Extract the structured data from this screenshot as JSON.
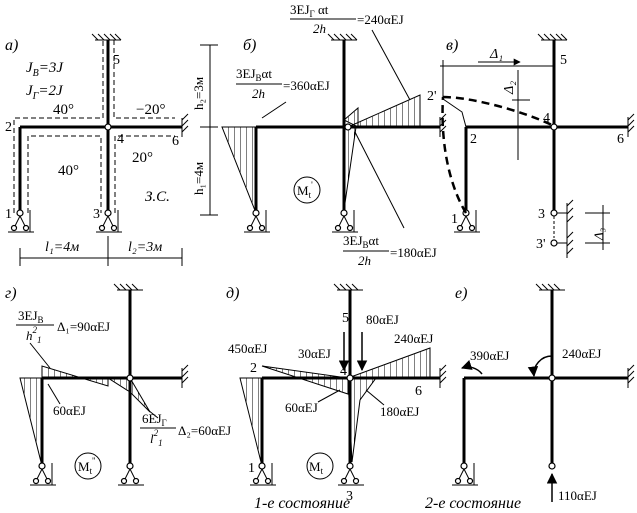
{
  "panels": {
    "a": {
      "letter": "а)",
      "jb": "J",
      "jb_sub": "B",
      "jb_val": "=3J",
      "jg": "J",
      "jg_sub": "Г",
      "jg_val": "=2J",
      "temp_left_top": "40°",
      "temp_right_top": "−20°",
      "temp_left_in": "40°",
      "temp_right_in": "20°",
      "nodes": [
        "1",
        "2",
        "3",
        "4",
        "5",
        "6"
      ],
      "h2": "h₂=3м",
      "h1": "h₁=4м",
      "l1": "l₁=4м",
      "l2": "l₂=3м",
      "zs": "З.С."
    },
    "b": {
      "letter": "б)",
      "top_formula_num": "3EJ",
      "top_formula_sub": "Г",
      "top_formula_tail": " αt",
      "top_formula_den": "2h",
      "top_formula_val": "=240αEJ",
      "left_formula_num": "3EJ",
      "left_formula_sub": "В",
      "left_formula_tail": "αt",
      "left_formula_den": "2h",
      "left_formula_val": "=360αEJ",
      "bottom_formula_num": "3EJ",
      "bottom_formula_sub": "В",
      "bottom_formula_tail": "αt",
      "bottom_formula_den": "2h",
      "bottom_formula_val": "=180αEJ",
      "moment_label": "M",
      "moment_sub": "t",
      "moment_sup": "'"
    },
    "v": {
      "letter": "в)",
      "delta1": "Δ₁",
      "delta2": "Δ₂",
      "delta3": "Δ₃",
      "nodes": [
        "1",
        "2",
        "2'",
        "3",
        "3'",
        "4",
        "5",
        "6"
      ]
    },
    "g": {
      "letter": "г)",
      "top_formula_num": "3EJ",
      "top_formula_sub": "B",
      "top_formula_den": "h",
      "top_formula_tail": "Δ₁=90αEJ",
      "left_val": "60αEJ",
      "right_formula_num": "6EJ",
      "right_formula_sub": "Г",
      "right_formula_den": "l",
      "right_formula_tail": "Δ₂=60αEJ",
      "moment_label": "M",
      "moment_sub": "t",
      "moment_sup": "''"
    },
    "d": {
      "letter": "д)",
      "val_450": "450αEJ",
      "val_30": "30αEJ",
      "val_80": "80αEJ",
      "val_240": "240αEJ",
      "val_60": "60αEJ",
      "val_180": "180αEJ",
      "nodes": [
        "1",
        "2",
        "3",
        "4",
        "5",
        "6"
      ],
      "moment_label": "M",
      "moment_sub": "t",
      "caption": "1-е состояние"
    },
    "e": {
      "letter": "е)",
      "val_390": "390αEJ",
      "val_240": "240αEJ",
      "val_110": "110αEJ",
      "caption": "2-е состояние"
    }
  }
}
